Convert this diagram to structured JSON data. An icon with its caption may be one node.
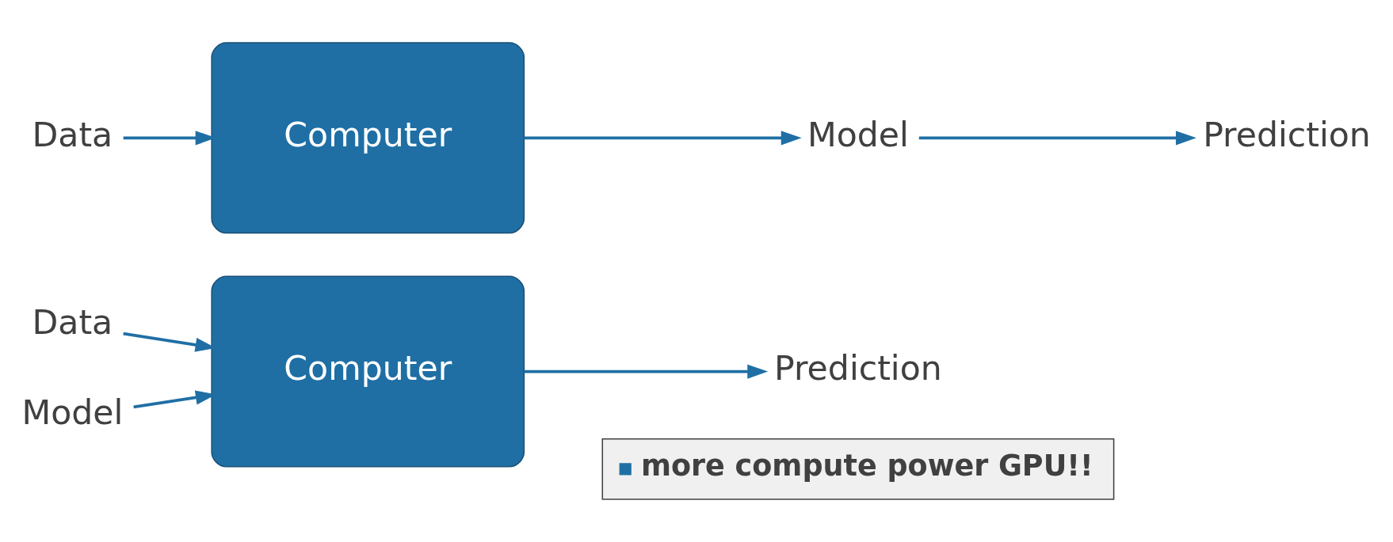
{
  "diagram": {
    "nodes": [
      {
        "text": [
          "Data"
        ]
      },
      {
        "text": [
          "Computer"
        ]
      },
      {
        "text": [
          "more compute power GPU!!"
        ]
      },
      {
        "text": [
          "Prediction"
        ]
      },
      {
        "text": [
          "Model"
        ]
      },
      {
        "text": [
          "Data"
        ]
      },
      {
        "text": [
          "Computer"
        ]
      },
      {
        "text": [
          "Model"
        ]
      },
      {
        "text": [
          "Prediction"
        ]
      }
    ],
    "edges": [
      {
        "from": 0,
        "to": 1,
        "arrow": "to"
      },
      {
        "from": 4,
        "to": 1,
        "arrow": "to"
      },
      {
        "from": 1,
        "to": 3,
        "arrow": "to"
      },
      {
        "from": 5,
        "to": 6,
        "arrow": "to"
      },
      {
        "from": 6,
        "to": 7,
        "arrow": "to"
      },
      {
        "from": 7,
        "to": 8,
        "arrow": "to"
      }
    ]
  }
}
